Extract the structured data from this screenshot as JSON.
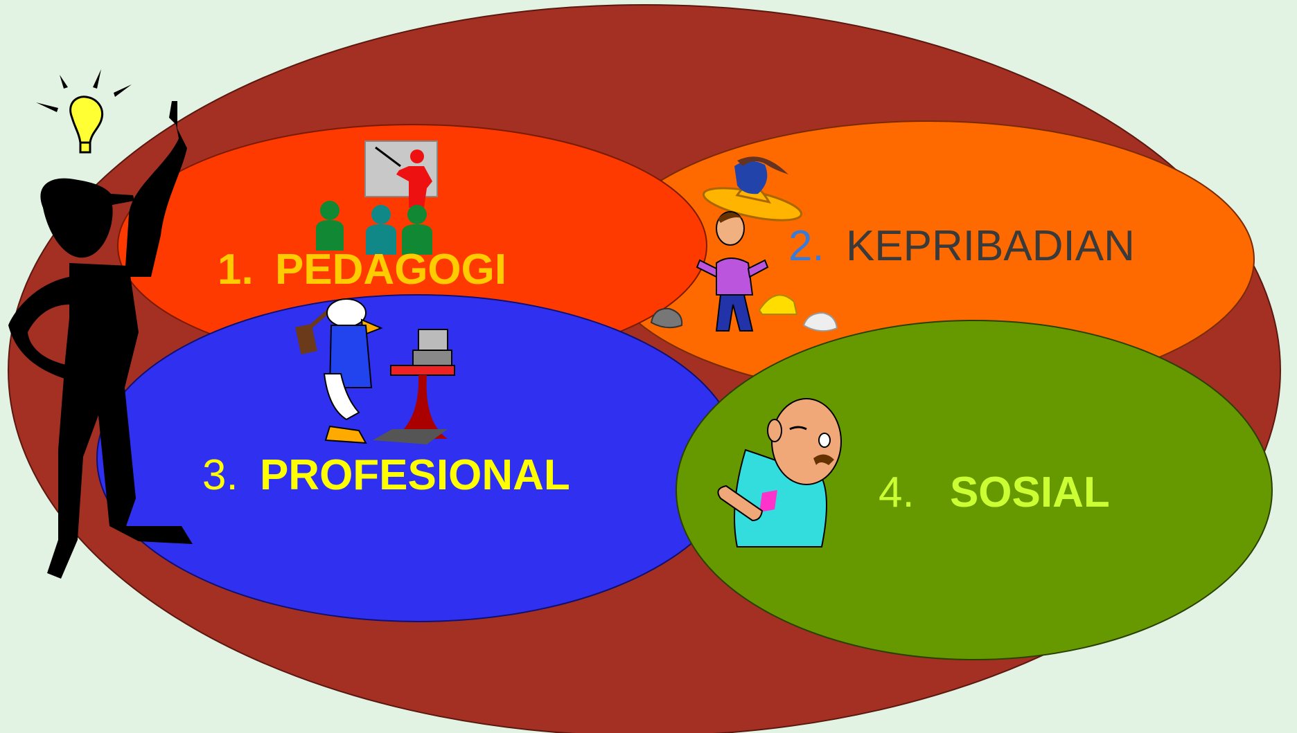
{
  "slide": {
    "background": "#e3f3e3",
    "outer_ellipse_color": "#a33022"
  },
  "competencies": [
    {
      "num": "1.",
      "name": "PEDAGOGI",
      "fill": "#ff3a00",
      "text_color": "#ffcc00"
    },
    {
      "num": "2.",
      "name": "KEPRIBADIAN",
      "fill": "#ff6a00",
      "text_color": "#3a3a3a",
      "num_color": "#3a7ad8"
    },
    {
      "num": "3.",
      "name": "PROFESIONAL",
      "fill": "#3030f0",
      "text_color": "#ffff00"
    },
    {
      "num": "4.",
      "name": "SOSIAL",
      "fill": "#669900",
      "text_color": "#ccff33"
    }
  ],
  "icons": {
    "thinker": "thinking-person-lightbulb-icon",
    "teacher": "teacher-with-class-icon",
    "personality": "man-with-many-hats-icon",
    "professional": "duck-with-computer-icon",
    "social": "old-man-clapping-icon"
  }
}
